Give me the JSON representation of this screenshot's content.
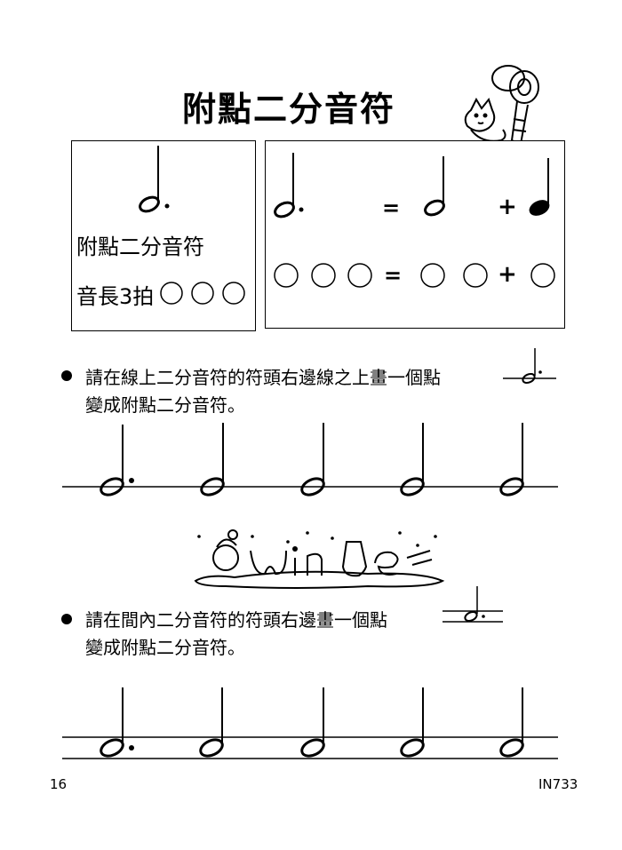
{
  "title": "附點二分音符",
  "left_box": {
    "name": "附點二分音符",
    "duration": "音長3拍"
  },
  "equation": {
    "equals": "=",
    "plus": "+"
  },
  "exercise1": {
    "line1": "請在線上二分音符的符頭右邊線之上畫一個點",
    "line2": "變成附點二分音符。"
  },
  "exercise2": {
    "line1": "請在間內二分音符的符頭右邊畫一個點",
    "line2": "變成附點二分音符。"
  },
  "footer": {
    "page_number": "16",
    "code": "IN733"
  }
}
